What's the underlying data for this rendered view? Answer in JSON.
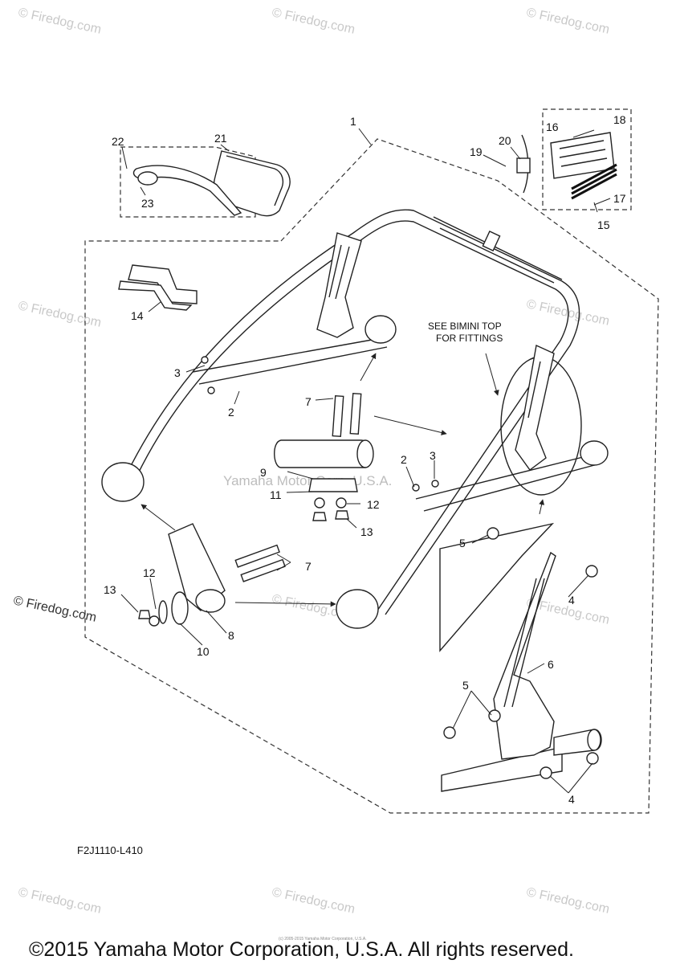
{
  "watermarks": {
    "firedog": "© Firedog.com",
    "center": "Yamaha Motor Corp, U.S.A."
  },
  "labels": {
    "n1": "1",
    "n2": "2",
    "n3": "3",
    "n4": "4",
    "n5": "5",
    "n6": "6",
    "n7": "7",
    "n8": "8",
    "n9": "9",
    "n10": "10",
    "n11": "11",
    "n12": "12",
    "n13": "13",
    "n14": "14",
    "n15": "15",
    "n16": "16",
    "n17": "17",
    "n18": "18",
    "n19": "19",
    "n20": "20",
    "n21": "21",
    "n22": "22",
    "n23": "23"
  },
  "note": {
    "line1": "SEE BIMINI TOP",
    "line2": "FOR FITTINGS"
  },
  "diagram_code": "F2J1110-L410",
  "footer_small": "(c) 2005-2015 Yamaha Motor Corporation, U.S.A.",
  "copyright": "©2015 Yamaha Motor Corporation, U.S.A. All rights reserved.",
  "colors": {
    "line": "#222222",
    "watermark": "#c9c9c9"
  }
}
